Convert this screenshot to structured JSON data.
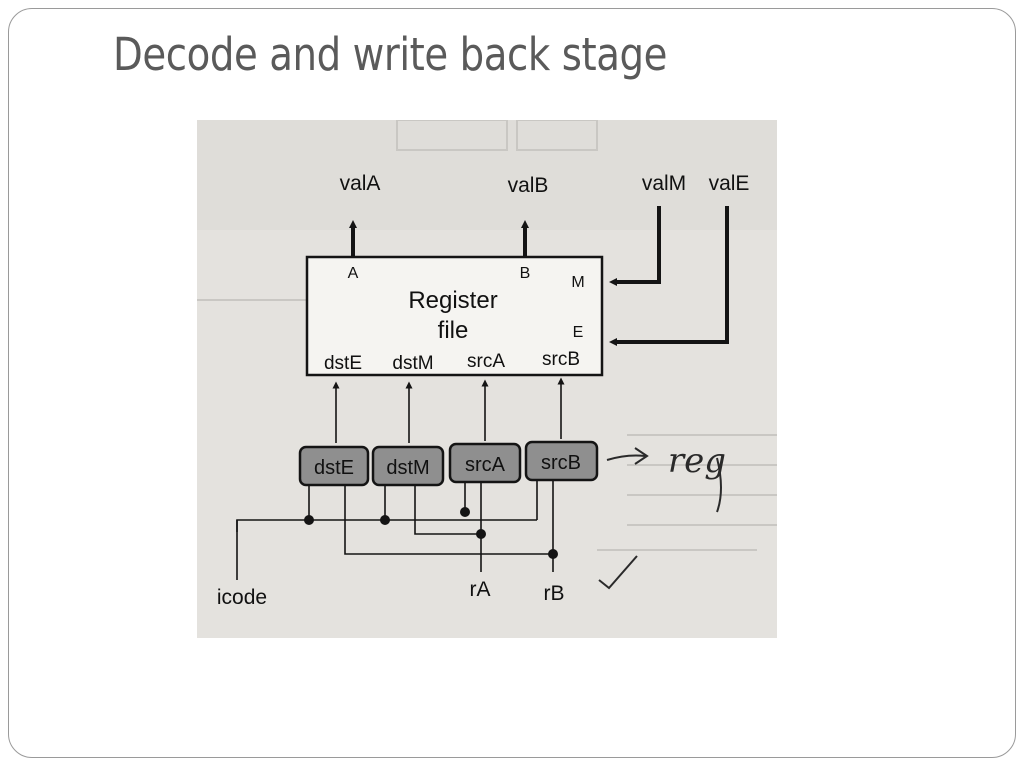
{
  "slide": {
    "title": "Decode and write back stage"
  },
  "diagram": {
    "outputs": {
      "valA": "valA",
      "valB": "valB",
      "valM": "valM",
      "valE": "valE"
    },
    "register_file": {
      "name_line1": "Register",
      "name_line2": "file",
      "port_A": "A",
      "port_B": "B",
      "port_M": "M",
      "port_E": "E",
      "in_dstE": "dstE",
      "in_dstM": "dstM",
      "in_srcA": "srcA",
      "in_srcB": "srcB"
    },
    "logic_blocks": [
      "dstE",
      "dstM",
      "srcA",
      "srcB"
    ],
    "inputs": {
      "icode": "icode",
      "rA": "rA",
      "rB": "rB"
    },
    "handwriting": {
      "note": "reg"
    },
    "colors": {
      "block_fill": "#8f8f8f",
      "paper": "#e4e2de",
      "ink": "#141414"
    }
  }
}
